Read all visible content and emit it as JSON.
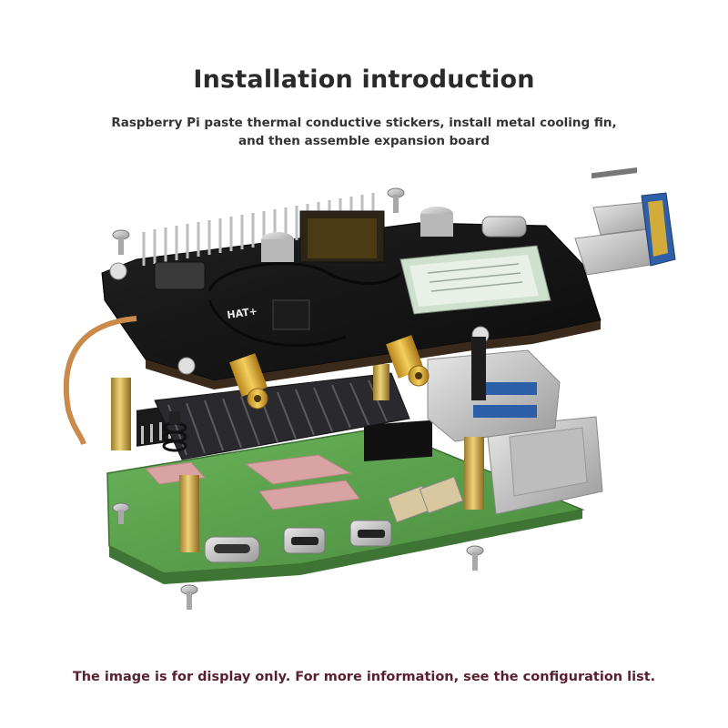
{
  "header": {
    "title": "Installation introduction",
    "subtitle": "Raspberry Pi paste thermal conductive stickers, install metal cooling fin, and then assemble expansion board"
  },
  "footer": {
    "note": "The image is for display only. For more information, see the configuration list."
  },
  "photo": {
    "subject": "exploded-view-hat-assembly",
    "hat_label": "HAT+",
    "colors": {
      "hat_pcb": "#161616",
      "pi_pcb": "#5aa04a",
      "heatsink": "#2a2a2e",
      "thermal_pad": "#d9a3a3",
      "brass_standoff": "#c9a548",
      "antenna_connector": "#d4a62a"
    }
  }
}
